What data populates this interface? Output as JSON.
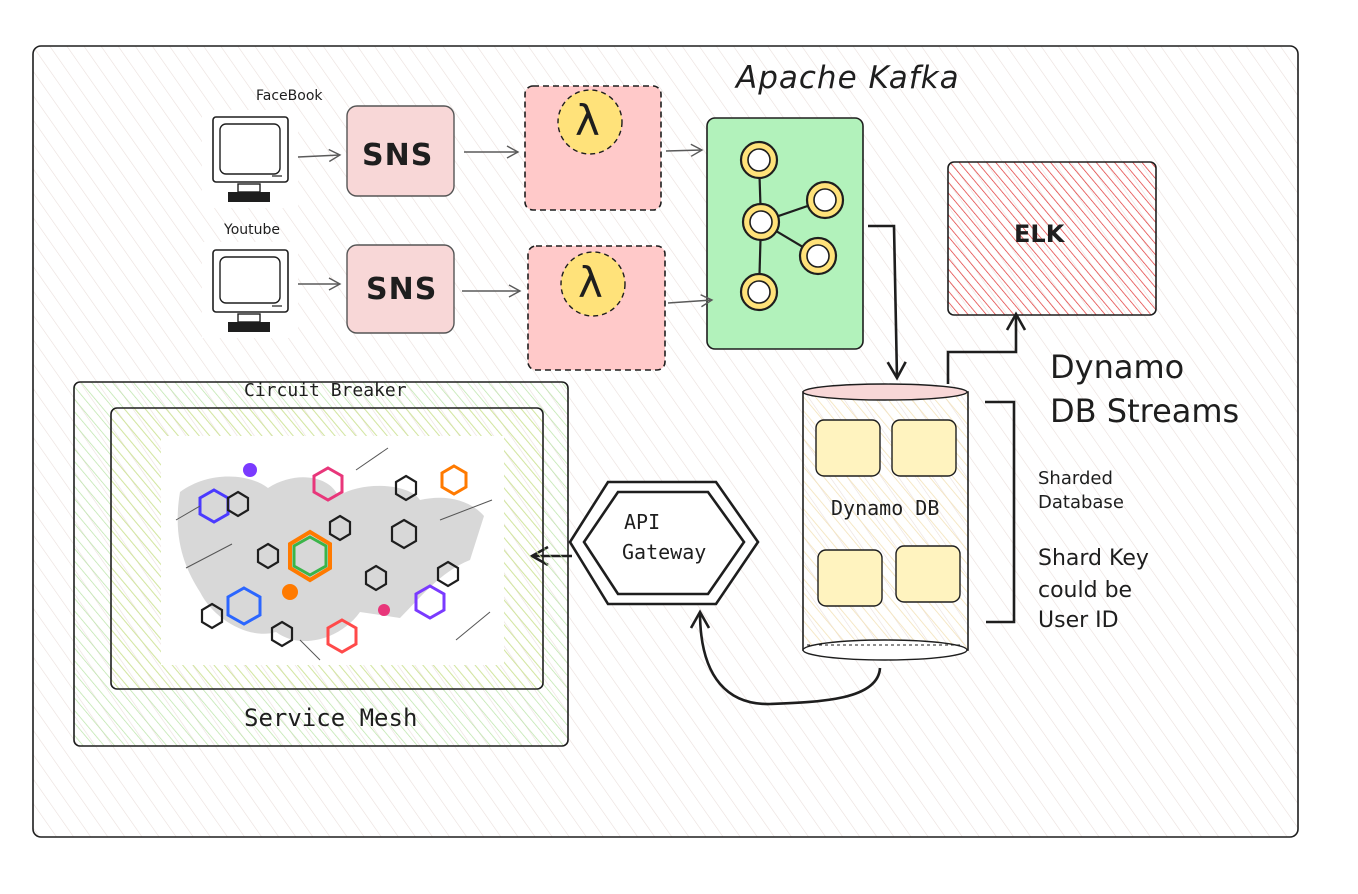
{
  "sources": [
    {
      "label": "FaceBook"
    },
    {
      "label": "Youtube"
    }
  ],
  "sns": [
    {
      "label": "SNS"
    },
    {
      "label": "SNS"
    }
  ],
  "lambda": [
    {
      "symbol": "λ"
    },
    {
      "symbol": "λ"
    }
  ],
  "kafka": {
    "title": "Apache Kafka"
  },
  "elk": {
    "label": "ELK"
  },
  "dynamo_streams": {
    "line1": "Dynamo",
    "line2": "DB Streams"
  },
  "dynamo_db": {
    "label": "Dynamo DB"
  },
  "sharding": {
    "line1": "Sharded",
    "line2": "Database",
    "key1": "Shard Key",
    "key2": "could be",
    "key3": "User ID"
  },
  "api_gateway": {
    "line1": "API",
    "line2": "Gateway"
  },
  "service_mesh": {
    "title": "Circuit Breaker",
    "footer": "Service Mesh"
  },
  "colors": {
    "sns_fill": "#f8d7d7",
    "lambda_fill": "#ffc9c9",
    "lambda_circle": "#ffe27a",
    "kafka_fill": "#b2f2bb",
    "elk_hatch": "#e03131",
    "db_fill": "#fff3bf",
    "mesh_hatch": "#40c057",
    "stroke": "#1e1e1e"
  }
}
